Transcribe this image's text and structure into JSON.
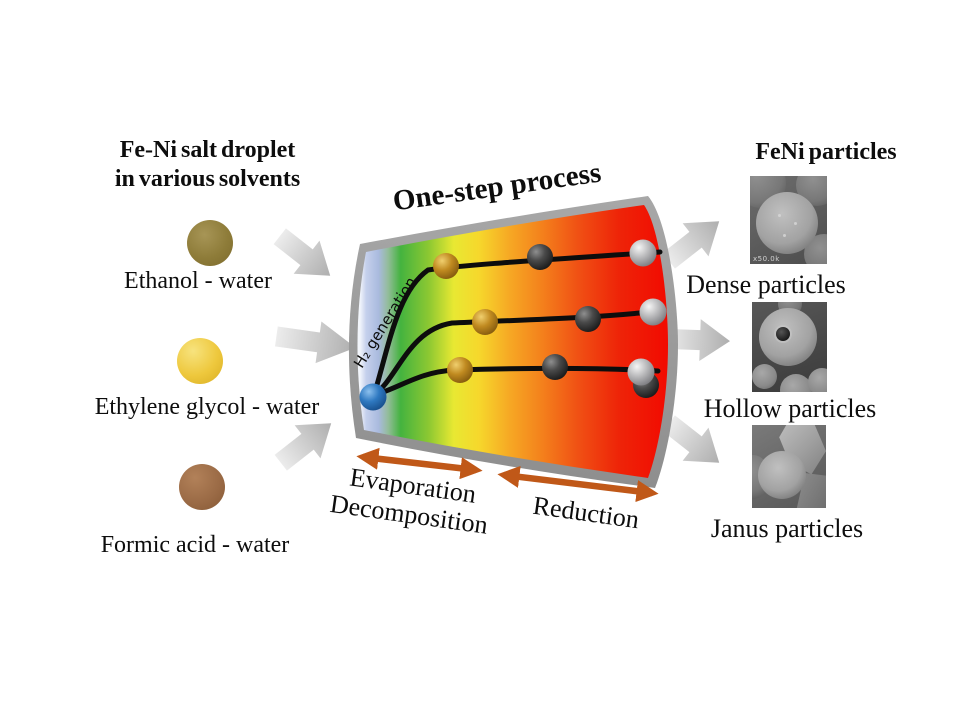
{
  "left_panel": {
    "title_line1": "Fe-Ni salt droplet",
    "title_line2": "in various solvents",
    "droplets": [
      {
        "label": "Ethanol - water",
        "color": "#8e7c39"
      },
      {
        "label": "Ethylene glycol - water",
        "color": "#eec83d"
      },
      {
        "label": "Formic acid - water",
        "color": "#9a6a45"
      }
    ]
  },
  "process": {
    "title": "One-step process",
    "h2_label": "H₂ generation",
    "stage1_line1": "Evaporation",
    "stage1_line2": "Decomposition",
    "stage2": "Reduction",
    "stage_arrow_color": "#c05818",
    "tube_frame_color": "#9c9c9c",
    "furnace_gradient": [
      "#f2f5fb",
      "#a9bade",
      "#44b33f",
      "#e8e832",
      "#f6a824",
      "#f05014",
      "#f20800"
    ],
    "sphere_colors": {
      "start_droplet": "#2f79c1",
      "stage1": "#c08a20",
      "stage2": "#3c3c3c",
      "stage3": "#b9b9bb"
    }
  },
  "right_panel": {
    "title": "FeNi particles",
    "particles": [
      {
        "label": "Dense particles",
        "sem_annotation": "x50.0k"
      },
      {
        "label": "Hollow particles"
      },
      {
        "label": "Janus particles"
      }
    ]
  }
}
